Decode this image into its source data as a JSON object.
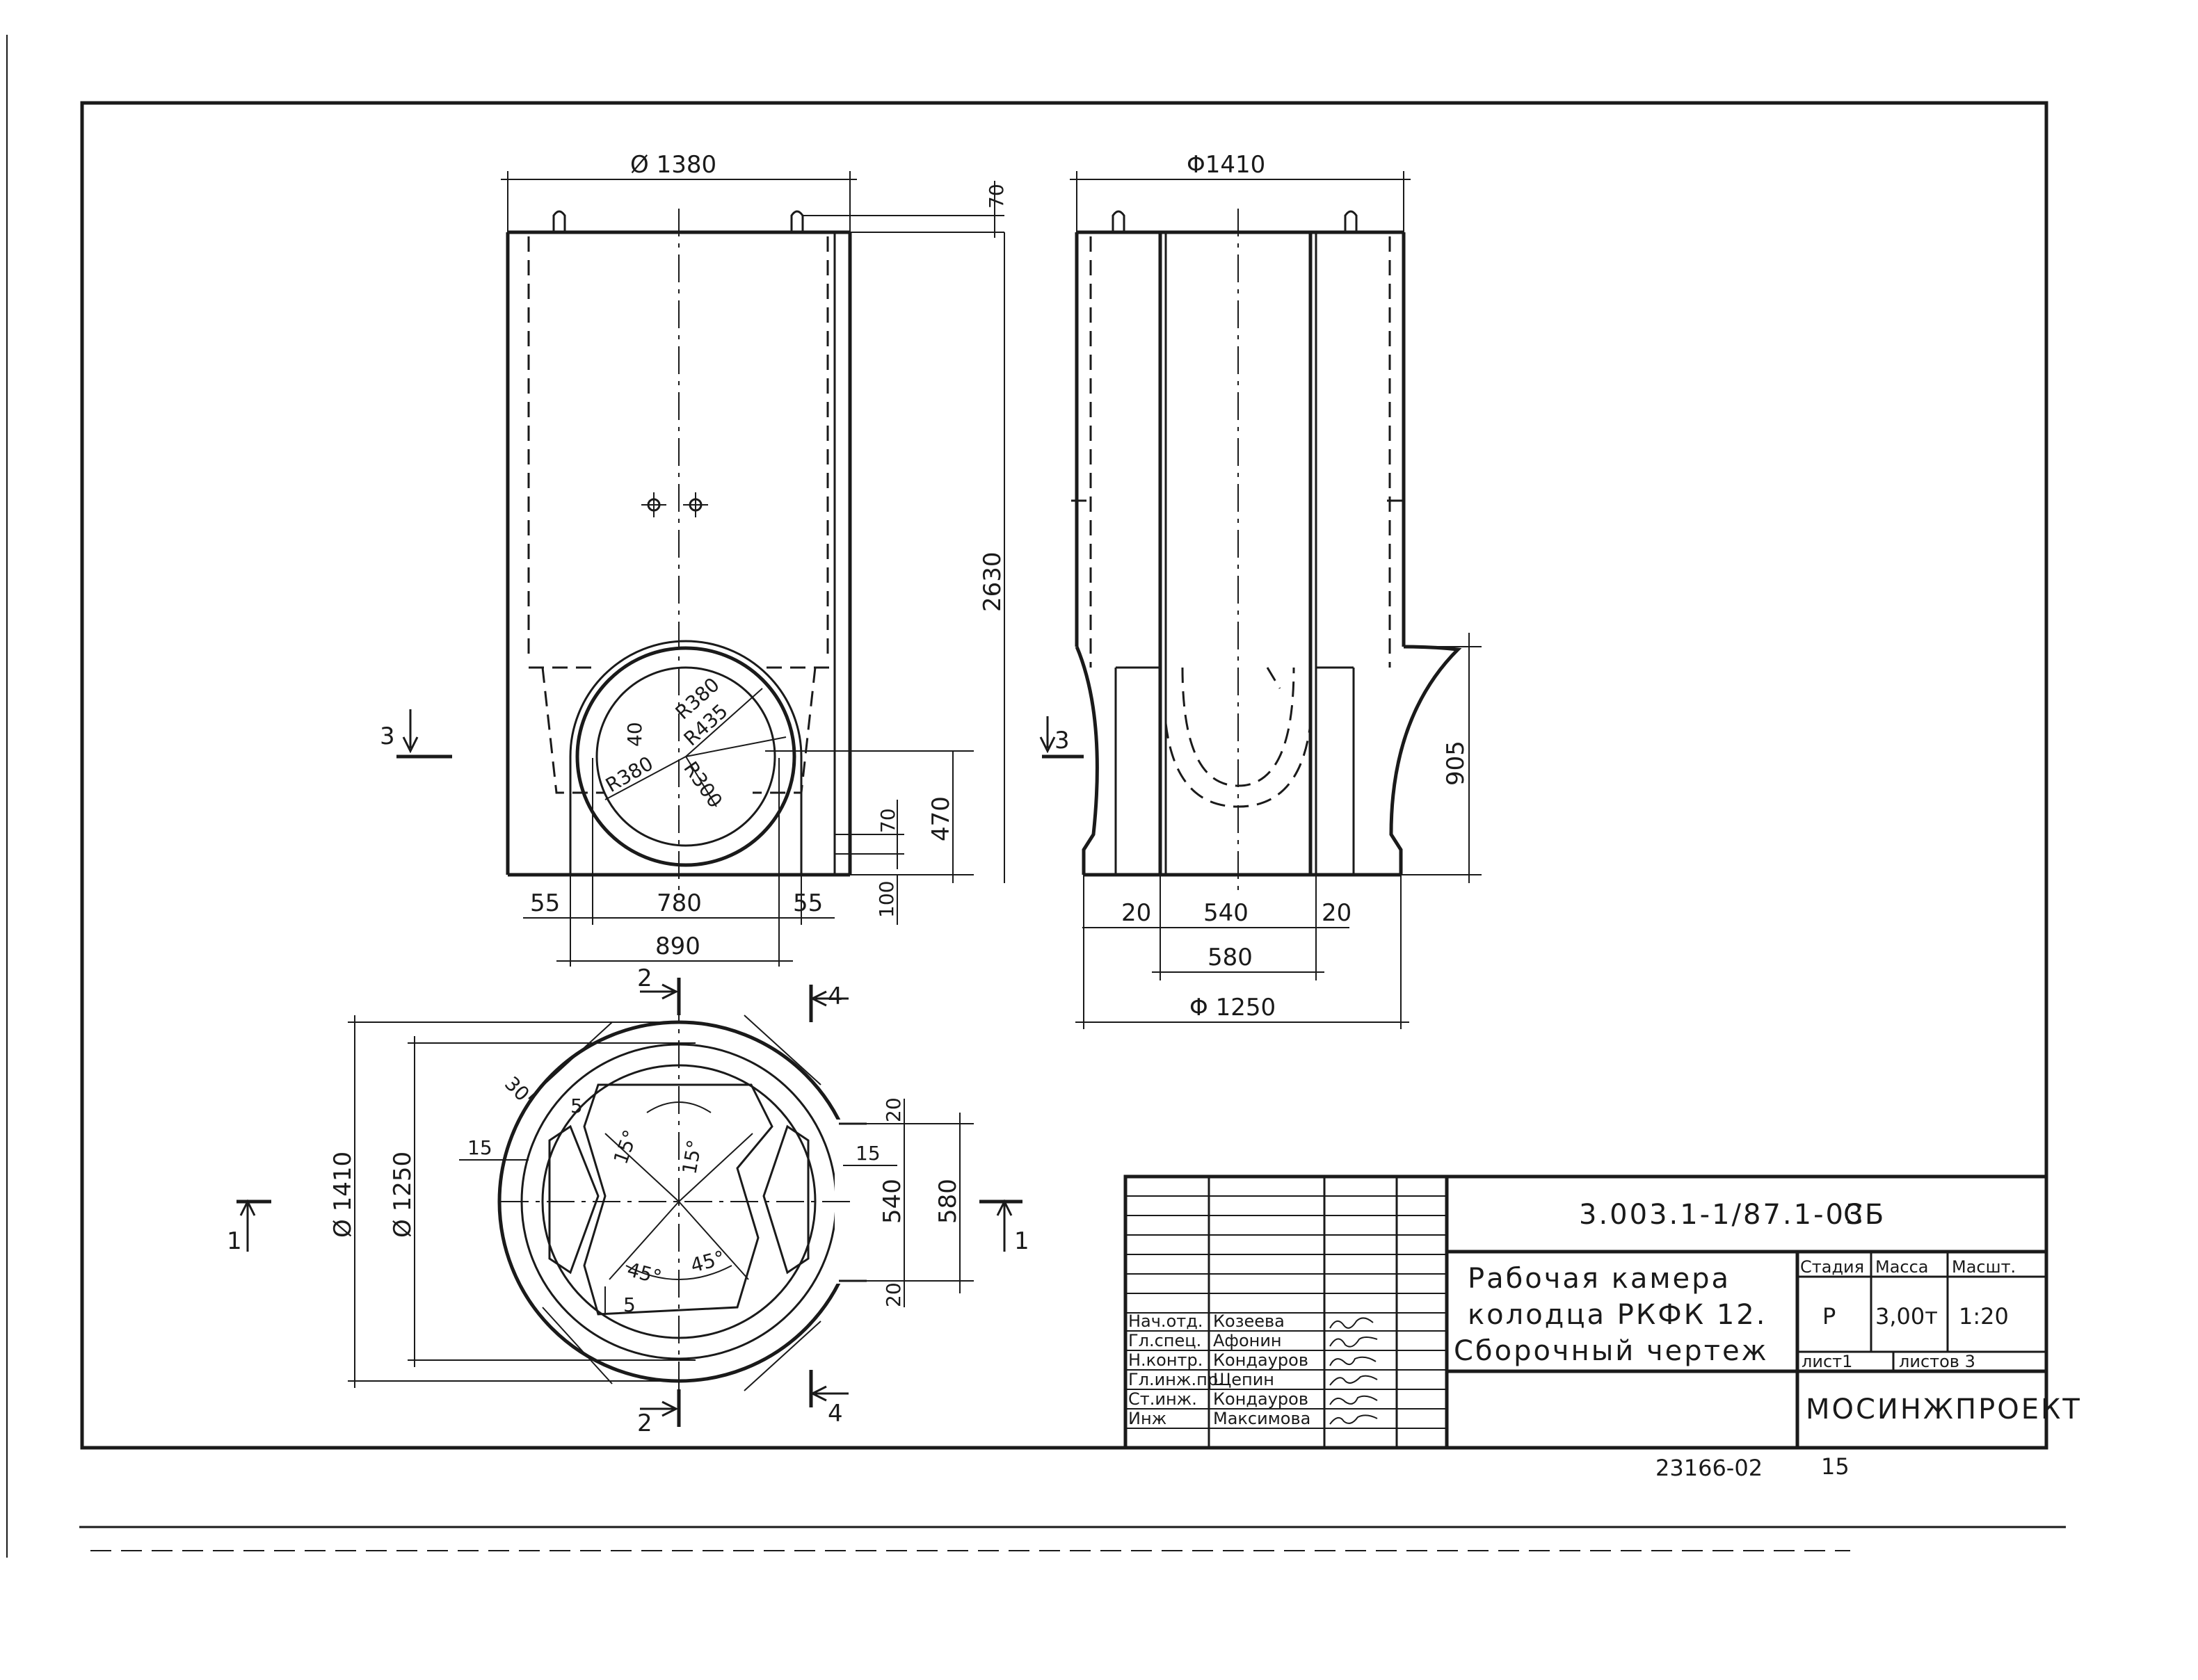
{
  "drawing": {
    "elevation_front": {
      "dim_top_diameter": "Ø 1380",
      "dim_top_offset": "70",
      "dim_height": "2630",
      "radius_outer": "R380",
      "radius_inner": "R435",
      "radius_left": "R380",
      "radius_small": "R300",
      "dim_40": "40",
      "dim_70": "70",
      "dim_470": "470",
      "dim_100": "100",
      "dim_55_left": "55",
      "dim_780": "780",
      "dim_55_right": "55",
      "dim_890": "890",
      "section_mark_3": "3"
    },
    "elevation_side": {
      "dim_top_diameter": "Φ1410",
      "dim_905": "905",
      "dim_20_left": "20",
      "dim_540": "540",
      "dim_20_right": "20",
      "dim_580": "580",
      "dim_base_diameter": "Φ 1250",
      "section_mark_3": "3"
    },
    "plan": {
      "dim_outer_diameter": "Ø 1410",
      "dim_inner_diameter": "Ø 1250",
      "dim_30": "30",
      "dim_5_top": "5",
      "dim_15_left": "15",
      "dim_15_right": "15",
      "angle_15_left": "15°",
      "angle_15_right": "15°",
      "angle_45_left": "45°",
      "angle_45_right": "45°",
      "dim_5_bottom": "5",
      "dim_20_top": "20",
      "dim_540": "540",
      "dim_580": "580",
      "dim_20_bottom": "20",
      "section_mark_1_left": "1",
      "section_mark_1_right": "1",
      "section_mark_2_top": "2",
      "section_mark_2_bottom": "2",
      "section_mark_4_top": "4",
      "section_mark_4_bottom": "4"
    }
  },
  "title_block": {
    "document_code": "3.003.1-1/87.1-03",
    "document_suffix": "СБ",
    "title_line1": "Рабочая камера",
    "title_line2": "колодца РКФК 12.",
    "title_line3": "Сборочный чертеж",
    "col_stage_header": "Стадия",
    "col_mass_header": "Масса",
    "col_scale_header": "Масшт.",
    "stage": "Р",
    "mass": "3,00т",
    "scale": "1:20",
    "sheet": "лист1",
    "sheets_total": "листов 3",
    "organization": "МОСИНЖПРОЕКТ",
    "signatories": [
      {
        "role": "Нач.отд.",
        "name": "Козеева"
      },
      {
        "role": "Гл.спец.",
        "name": "Афонин"
      },
      {
        "role": "Н.контр.",
        "name": "Кондауров"
      },
      {
        "role": "Гл.инж.пр.",
        "name": "Щепин"
      },
      {
        "role": "Ст.инж.",
        "name": "Кондауров"
      },
      {
        "role": "Инж",
        "name": "Максимова"
      }
    ]
  },
  "footer": {
    "archive_number": "23166-02",
    "page_number": "15"
  }
}
